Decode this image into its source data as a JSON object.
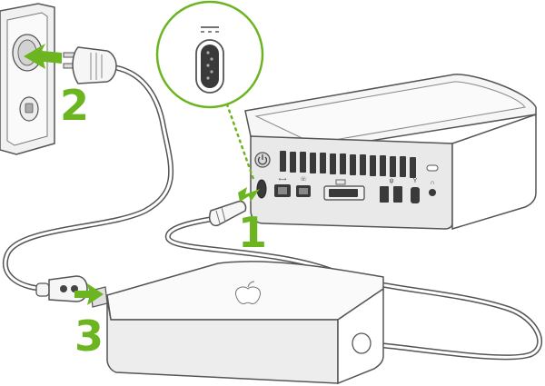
{
  "steps": {
    "one": "1",
    "two": "2",
    "three": "3"
  },
  "colors": {
    "accent": "#6cb521",
    "outline": "#555555",
    "wall": "#f1f1f1",
    "device": "#e9e9e9",
    "port_dark": "#3a3a3a",
    "cable": "#ffffff"
  },
  "icons": {
    "power": "power-icon",
    "dc": "dc-power-symbol-icon",
    "apple": "apple-logo-icon",
    "usb": "usb-icon",
    "headphones": "headphones-icon",
    "firewire": "firewire-icon",
    "ethernet": "ethernet-icon",
    "modem": "modem-icon",
    "video": "video-out-icon"
  }
}
